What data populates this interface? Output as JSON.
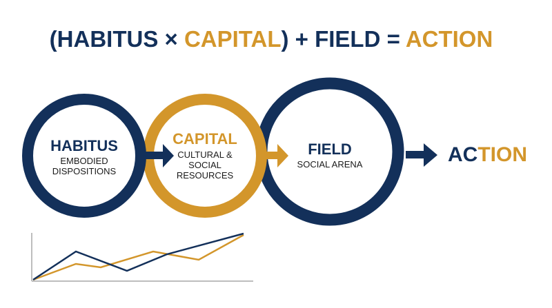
{
  "colors": {
    "navy": "#13305a",
    "gold": "#d3962b",
    "axis": "#bdbdbd"
  },
  "title": {
    "open_paren": "(",
    "habitus": "HABITUS",
    "times": " × ",
    "capital": "CAPITAL",
    "plus_field": ") + FIELD = ",
    "action": "ACTION"
  },
  "habitus": {
    "label": "HABITUS",
    "line1": "EMBODIED",
    "line2": "DISPOSITIONS"
  },
  "capital": {
    "label": "CAPITAL",
    "line1": "CULTURAL &",
    "line2": "SOCIAL",
    "line3": "RESOURCES"
  },
  "field": {
    "label": "FIELD",
    "line1": "SOCIAL ARENA"
  },
  "action": {
    "part1": "AC",
    "part2": "TION"
  },
  "icons": [
    "arrow-right-icon",
    "line-chart-icon"
  ]
}
